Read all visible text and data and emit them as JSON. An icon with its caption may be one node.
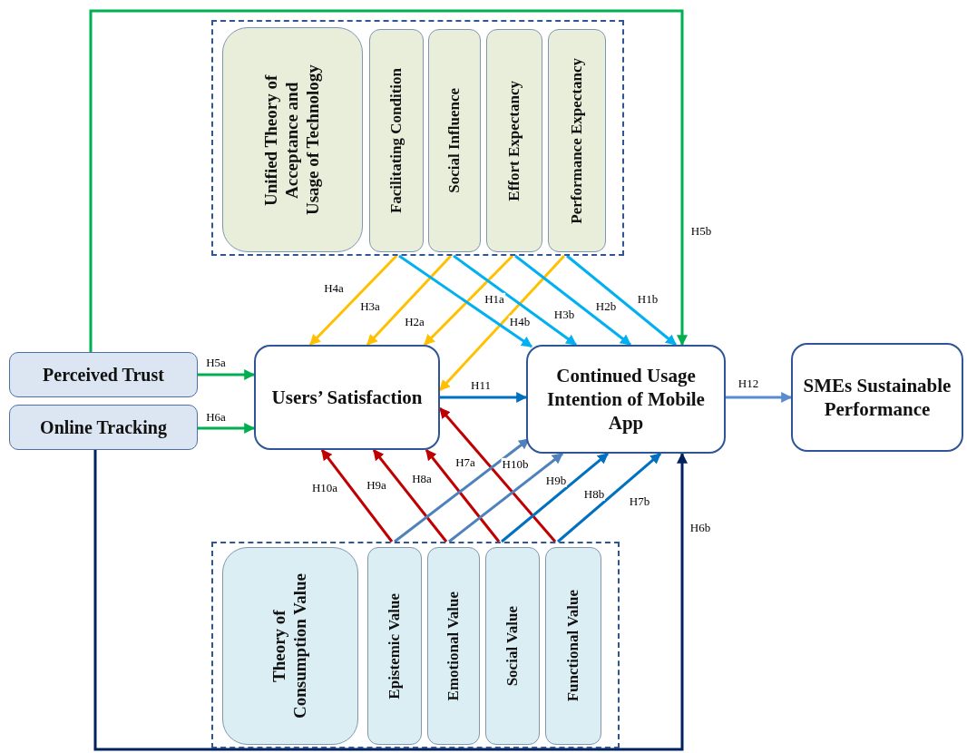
{
  "diagram": {
    "nodes": [
      {
        "text": [],
        "shape": "box"
      },
      {
        "text": [
          "Unified Theory of Acceptance and Usage of Technology"
        ],
        "in": 0
      },
      {
        "text": [
          "Facilitating Condition"
        ],
        "in": 0
      },
      {
        "text": [
          "Social Influence"
        ],
        "in": 0
      },
      {
        "text": [
          "Effort Expectancy"
        ],
        "in": 0
      },
      {
        "text": [
          "Performance Expectancy"
        ],
        "in": 0
      },
      {
        "text": [
          "Perceived Trust"
        ]
      },
      {
        "text": [
          "Online Tracking"
        ]
      },
      {
        "text": [
          "Users’ Satisfaction"
        ]
      },
      {
        "text": [
          "Continued Usage Intention of Mobile App"
        ]
      },
      {
        "text": [
          "SMEs Sustainable Performance"
        ]
      },
      {
        "text": [],
        "shape": "box"
      },
      {
        "text": [
          "Theory of Consumption Value"
        ],
        "in": 11
      },
      {
        "text": [
          "Epistemic Value"
        ],
        "in": 11
      },
      {
        "text": [
          "Emotional Value"
        ],
        "in": 11
      },
      {
        "text": [
          "Social Value"
        ],
        "in": 11
      },
      {
        "text": [
          "Functional Value"
        ],
        "in": 11
      }
    ],
    "edges": [
      {
        "from": 2,
        "to": 8,
        "arrow": "to",
        "label": "H4a",
        "color": "#ffc000"
      },
      {
        "from": 3,
        "to": 8,
        "arrow": "to",
        "label": "H3a",
        "color": "#ffc000"
      },
      {
        "from": 4,
        "to": 8,
        "arrow": "to",
        "label": "H2a",
        "color": "#ffc000"
      },
      {
        "from": 5,
        "to": 8,
        "arrow": "to",
        "label": "H1a",
        "color": "#ffc000"
      },
      {
        "from": 2,
        "to": 9,
        "arrow": "to",
        "label": "H4b",
        "color": "#00b0f0"
      },
      {
        "from": 3,
        "to": 9,
        "arrow": "to",
        "label": "H3b",
        "color": "#00b0f0"
      },
      {
        "from": 4,
        "to": 9,
        "arrow": "to",
        "label": "H2b",
        "color": "#00b0f0"
      },
      {
        "from": 5,
        "to": 9,
        "arrow": "to",
        "label": "H1b",
        "color": "#00b0f0"
      },
      {
        "from": 6,
        "to": 8,
        "arrow": "to",
        "label": "H5a",
        "color": "#00b050"
      },
      {
        "from": 7,
        "to": 8,
        "arrow": "to",
        "label": "H6a",
        "color": "#00b050"
      },
      {
        "from": 6,
        "to": 9,
        "arrow": "to",
        "label": "H5b",
        "color": "#00b050"
      },
      {
        "from": 7,
        "to": 9,
        "arrow": "to",
        "label": "H6b",
        "color": "#002060"
      },
      {
        "from": 8,
        "to": 9,
        "arrow": "to",
        "label": "H11",
        "color": "#0070c0"
      },
      {
        "from": 9,
        "to": 10,
        "arrow": "to",
        "label": "H12",
        "color": "#5b8bd0"
      },
      {
        "from": 13,
        "to": 8,
        "arrow": "to",
        "label": "H10a",
        "color": "#c00000"
      },
      {
        "from": 14,
        "to": 8,
        "arrow": "to",
        "label": "H9a",
        "color": "#c00000"
      },
      {
        "from": 15,
        "to": 8,
        "arrow": "to",
        "label": "H8a",
        "color": "#c00000"
      },
      {
        "from": 16,
        "to": 8,
        "arrow": "to",
        "label": "H7a",
        "color": "#c00000"
      },
      {
        "from": 13,
        "to": 9,
        "arrow": "to",
        "label": "H10b",
        "color": "#4f81bd"
      },
      {
        "from": 14,
        "to": 9,
        "arrow": "to",
        "label": "H9b",
        "color": "#4f81bd"
      },
      {
        "from": 15,
        "to": 9,
        "arrow": "to",
        "label": "H8b",
        "color": "#0070c0"
      },
      {
        "from": 16,
        "to": 9,
        "arrow": "to",
        "label": "H7b",
        "color": "#0070c0"
      }
    ]
  }
}
